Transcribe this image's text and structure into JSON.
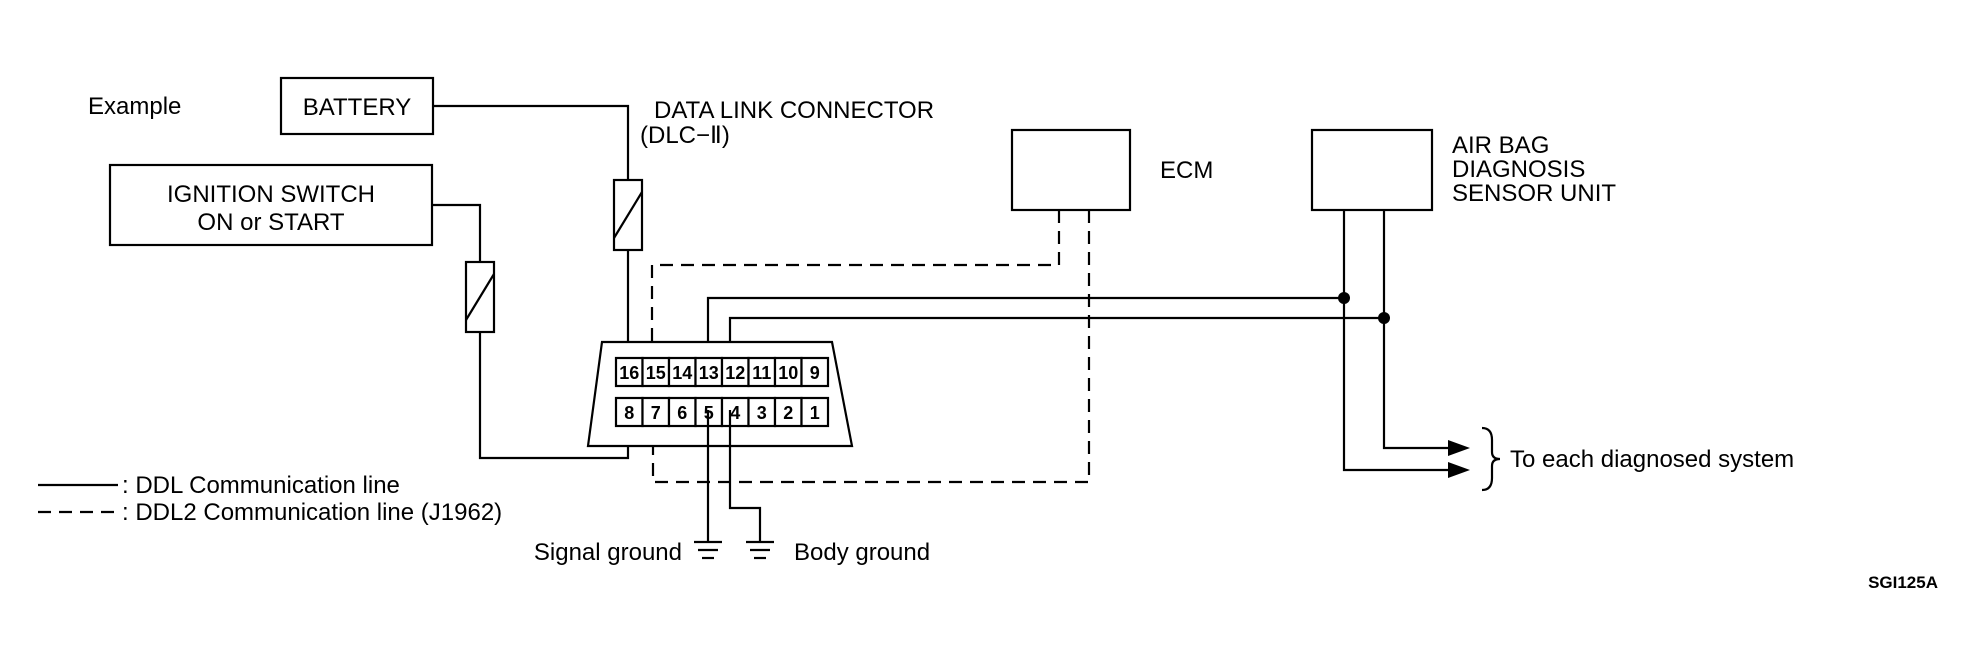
{
  "example_label": "Example",
  "battery_label": "BATTERY",
  "ignition_label_line1": "IGNITION SWITCH",
  "ignition_label_line2": "ON or START",
  "dlc_label_line1": "DATA LINK CONNECTOR",
  "dlc_label_line2": "(DLC−Ⅱ)",
  "ecm_label": "ECM",
  "airbag_label_line1": "AIR BAG",
  "airbag_label_line2": "DIAGNOSIS",
  "airbag_label_line3": "SENSOR UNIT",
  "connector_top_pins": [
    "16",
    "15",
    "14",
    "13",
    "12",
    "11",
    "10",
    "9"
  ],
  "connector_bottom_pins": [
    "8",
    "7",
    "6",
    "5",
    "4",
    "3",
    "2",
    "1"
  ],
  "to_systems_label": "To each diagnosed system",
  "signal_ground_label": "Signal ground",
  "body_ground_label": "Body ground",
  "legend": [
    {
      "style": "solid",
      "text": ": DDL Communication line"
    },
    {
      "style": "dashed",
      "text": ": DDL2 Communication line (J1962)"
    }
  ],
  "figure_code": "SGI125A"
}
